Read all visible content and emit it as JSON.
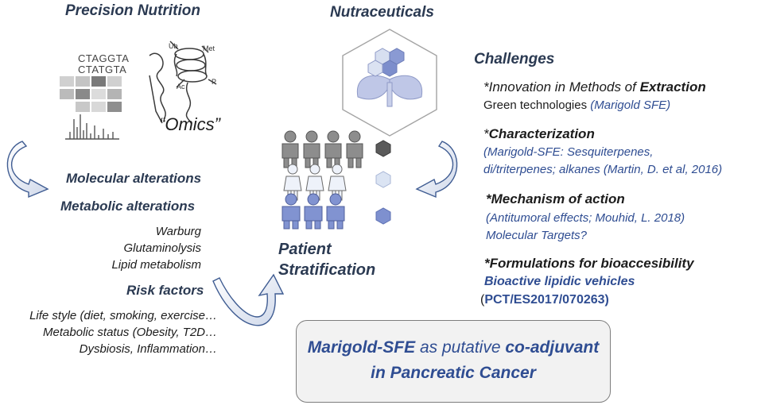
{
  "left": {
    "title": "Precision Nutrition",
    "seq_top": "CTAGGTA",
    "seq_bottom": "CTATGTA",
    "omics_label": "“Omics”",
    "protein_labels": {
      "ub": "Ub",
      "met": "Met",
      "ac": "Ac",
      "p": "P"
    },
    "molecular": "Molecular alterations",
    "metabolic": "Metabolic alterations",
    "metabolic_items": [
      "Warburg",
      "Glutaminolysis",
      "Lipid metabolism"
    ],
    "risk": "Risk factors",
    "risk_items": [
      "Life style (diet, smoking, exercise…",
      "Metabolic status (Obesity, T2D…",
      "Dysbiosis, Inflammation…"
    ]
  },
  "center": {
    "title": "Nutraceuticals",
    "patient_line1": "Patient",
    "patient_line2": "Stratification",
    "hexagon_colors": [
      "#5a5a5a",
      "#dbe4f3",
      "#7e90cf"
    ]
  },
  "right": {
    "title": "Challenges",
    "c1_prefix": "*Innovation in Methods  of ",
    "c1_bold": "Extraction",
    "c1_line2": "Green technologies ",
    "c1_line2_blue": "(Marigold SFE)",
    "c2_prefix": "*",
    "c2_bold": "Characterization",
    "c2_line2": "(Marigold-SFE: Sesquiterpenes,",
    "c2_line3": "di/triterpenes; alkanes (Martin, D. et al, 2016)",
    "c3_title": "*Mechanism of action",
    "c3_line2": "(Antitumoral effects; Mouhid, L. 2018)",
    "c3_line3": "Molecular Targets?",
    "c4_title": "*Formulations for bioaccesibility",
    "c4_line2": "Bioactive lipidic vehicles",
    "c4_line3_paren": "(",
    "c4_line3": "PCT/ES2017/070263)"
  },
  "conclusion": {
    "part1": "Marigold-SFE",
    "part2": " as putative ",
    "part3": "co-adjuvant",
    "line2": "in Pancreatic Cancer"
  }
}
